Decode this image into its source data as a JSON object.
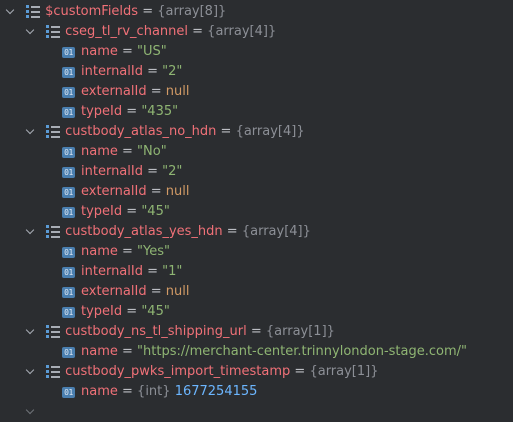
{
  "root": {
    "name": "$customFields",
    "type": "{array[8]}"
  },
  "groups": [
    {
      "name": "cseg_tl_rv_channel",
      "type": "{array[4]}",
      "fields": [
        {
          "key": "name",
          "value": "\"US\"",
          "kind": "str"
        },
        {
          "key": "internalId",
          "value": "\"2\"",
          "kind": "str"
        },
        {
          "key": "externalId",
          "value": "null",
          "kind": "null"
        },
        {
          "key": "typeId",
          "value": "\"435\"",
          "kind": "str"
        }
      ]
    },
    {
      "name": "custbody_atlas_no_hdn",
      "type": "{array[4]}",
      "fields": [
        {
          "key": "name",
          "value": "\"No\"",
          "kind": "str"
        },
        {
          "key": "internalId",
          "value": "\"2\"",
          "kind": "str"
        },
        {
          "key": "externalId",
          "value": "null",
          "kind": "null"
        },
        {
          "key": "typeId",
          "value": "\"45\"",
          "kind": "str"
        }
      ]
    },
    {
      "name": "custbody_atlas_yes_hdn",
      "type": "{array[4]}",
      "fields": [
        {
          "key": "name",
          "value": "\"Yes\"",
          "kind": "str"
        },
        {
          "key": "internalId",
          "value": "\"1\"",
          "kind": "str"
        },
        {
          "key": "externalId",
          "value": "null",
          "kind": "null"
        },
        {
          "key": "typeId",
          "value": "\"45\"",
          "kind": "str"
        }
      ]
    },
    {
      "name": "custbody_ns_tl_shipping_url",
      "type": "{array[1]}",
      "fields": [
        {
          "key": "name",
          "value": "\"https://merchant-center.trinnylondon-stage.com/\"",
          "kind": "str"
        }
      ]
    },
    {
      "name": "custbody_pwks_import_timestamp",
      "type": "{array[1]}",
      "fields": [
        {
          "key": "name",
          "typeLabel": "{int}",
          "value": "1677254155",
          "kind": "num"
        }
      ]
    }
  ],
  "icons": {
    "expanded": "chevron-down-icon",
    "array": "array-icon",
    "field": "field-icon"
  },
  "colors": {
    "background": "#2b2d30",
    "key": "#f07178",
    "string": "#8fb573",
    "null": "#d19a66",
    "number": "#6cb6ff",
    "type": "#8c8f96"
  }
}
